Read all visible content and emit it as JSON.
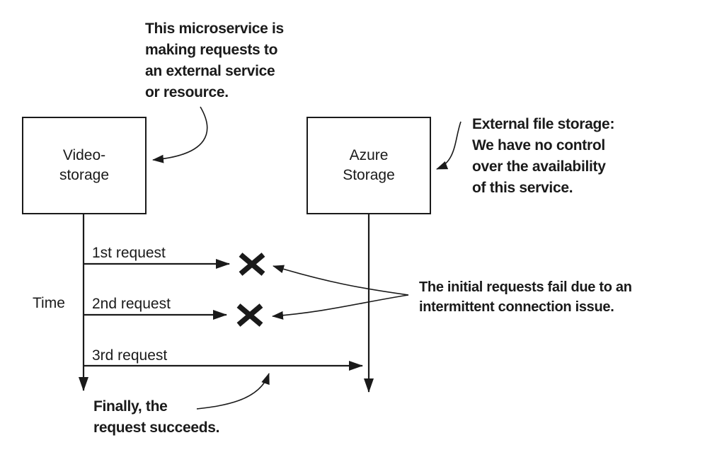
{
  "diagram": {
    "background": "#ffffff",
    "ink_color": "#1a1a1a",
    "actors": [
      {
        "id": "video-storage",
        "label": "Video-\nstorage"
      },
      {
        "id": "azure-storage",
        "label": "Azure\nStorage"
      }
    ],
    "time_axis": {
      "label": "Time"
    },
    "requests": [
      {
        "label": "1st request",
        "failed": true
      },
      {
        "label": "2nd request",
        "failed": true
      },
      {
        "label": "3rd request",
        "failed": false
      }
    ],
    "icons": {
      "failure_mark": "x-mark",
      "flow_arrow": "solid-triangle-arrow"
    },
    "annotations": {
      "microservice_note": "This microservice is\nmaking requests to\nan external service\nor resource.",
      "external_storage_note": "External file storage:\nWe have no control\nover the availability\nof this service.",
      "failure_note": "The initial requests fail due to an\nintermittent connection issue.",
      "success_note": "Finally, the\nrequest succeeds."
    }
  }
}
